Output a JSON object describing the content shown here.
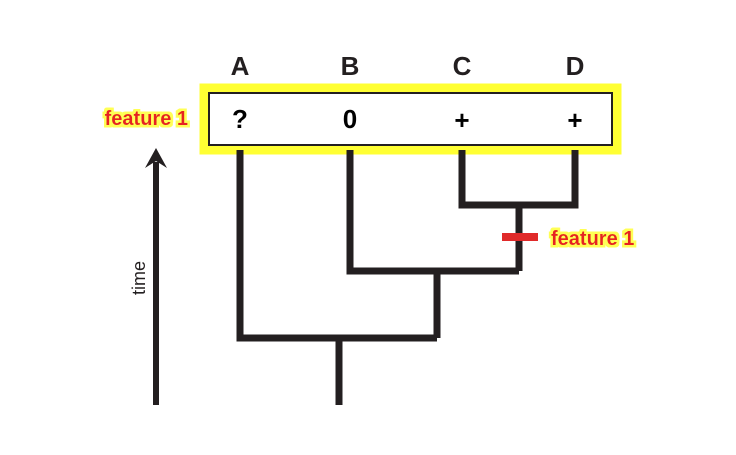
{
  "taxa": [
    "A",
    "B",
    "C",
    "D"
  ],
  "states": [
    "?",
    "0",
    "+",
    "+"
  ],
  "row_label": "feature 1",
  "branch_label": "feature 1",
  "axis_label": "time",
  "colors": {
    "highlight": "#ffff55",
    "highlight_border": "#ffff33",
    "label_red": "#e62020",
    "marker_red": "#e02a2a",
    "tree": "#231f20"
  }
}
